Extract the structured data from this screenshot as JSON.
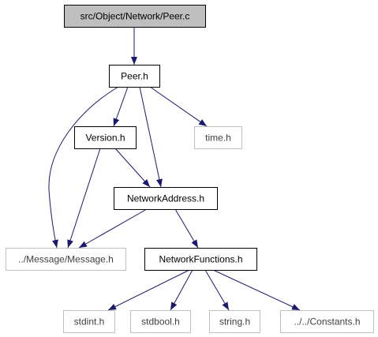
{
  "colors": {
    "edge": "#191970",
    "root_fill": "#bfbfbf",
    "border_documented": "#000000",
    "border_external": "#bfbfbf",
    "text_documented": "#000000",
    "text_external": "#404040",
    "background": "#ffffff"
  },
  "nodes": [
    {
      "id": "peer-c",
      "label": "src/Object/Network/Peer.c",
      "kind": "root"
    },
    {
      "id": "peer-h",
      "label": "Peer.h",
      "kind": "documented"
    },
    {
      "id": "version-h",
      "label": "Version.h",
      "kind": "documented"
    },
    {
      "id": "time-h",
      "label": "time.h",
      "kind": "external"
    },
    {
      "id": "networkaddress-h",
      "label": "NetworkAddress.h",
      "kind": "documented"
    },
    {
      "id": "message-h",
      "label": "../Message/Message.h",
      "kind": "external"
    },
    {
      "id": "networkfunctions-h",
      "label": "NetworkFunctions.h",
      "kind": "documented"
    },
    {
      "id": "stdint-h",
      "label": "stdint.h",
      "kind": "external"
    },
    {
      "id": "stdbool-h",
      "label": "stdbool.h",
      "kind": "external"
    },
    {
      "id": "string-h",
      "label": "string.h",
      "kind": "external"
    },
    {
      "id": "constants-h",
      "label": "../../Constants.h",
      "kind": "external"
    }
  ],
  "edges": [
    {
      "from": "peer-c",
      "to": "peer-h"
    },
    {
      "from": "peer-h",
      "to": "version-h"
    },
    {
      "from": "peer-h",
      "to": "time-h"
    },
    {
      "from": "peer-h",
      "to": "networkaddress-h"
    },
    {
      "from": "peer-h",
      "to": "message-h"
    },
    {
      "from": "version-h",
      "to": "networkaddress-h"
    },
    {
      "from": "version-h",
      "to": "message-h"
    },
    {
      "from": "networkaddress-h",
      "to": "message-h"
    },
    {
      "from": "networkaddress-h",
      "to": "networkfunctions-h"
    },
    {
      "from": "networkfunctions-h",
      "to": "stdint-h"
    },
    {
      "from": "networkfunctions-h",
      "to": "stdbool-h"
    },
    {
      "from": "networkfunctions-h",
      "to": "string-h"
    },
    {
      "from": "networkfunctions-h",
      "to": "constants-h"
    }
  ]
}
